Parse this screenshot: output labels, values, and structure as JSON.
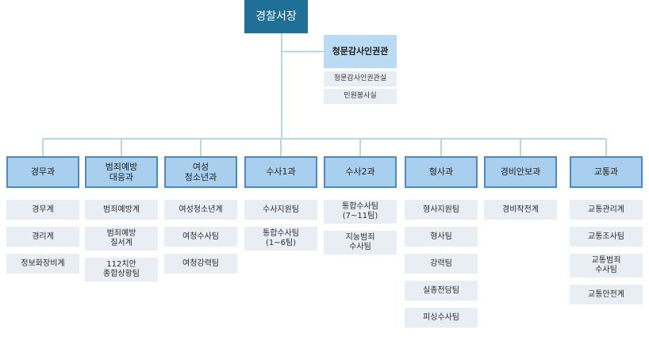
{
  "chief": {
    "label": "경찰서장"
  },
  "inspector": {
    "label": "청문감사인권관",
    "subunits": [
      "청문감사인권관실",
      "민원봉사실"
    ]
  },
  "departments": [
    {
      "name": "경무과",
      "teams": [
        "경무계",
        "경리계",
        "정보화장비계"
      ]
    },
    {
      "name": "범죄예방\n대응과",
      "teams": [
        "범죄예방계",
        "범죄예방\n질서계",
        "112치안\n종합상황팀"
      ]
    },
    {
      "name": "여성\n청소년과",
      "teams": [
        "여성청소년계",
        "여청수사팀",
        "여청강력팀"
      ]
    },
    {
      "name": "수사1과",
      "teams": [
        "수사지원팀",
        "통합수사팀\n(1~6팀)"
      ]
    },
    {
      "name": "수사2과",
      "teams": [
        "통합수사팀\n(7~11팀)",
        "지능범죄\n수사팀"
      ]
    },
    {
      "name": "형사과",
      "teams": [
        "형사지원팀",
        "형사팀",
        "강력팀",
        "실종전담팀",
        "피싱수사팀"
      ]
    },
    {
      "name": "경비안보과",
      "teams": [
        "경비작전계"
      ]
    },
    {
      "name": "교통과",
      "teams": [
        "교통관리계",
        "교통조사팀",
        "교통범죄\n수사팀",
        "교통안전계"
      ]
    }
  ]
}
